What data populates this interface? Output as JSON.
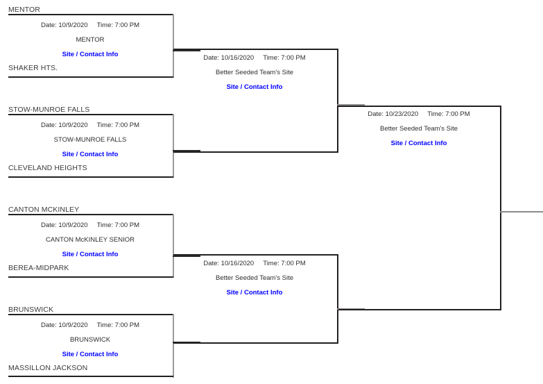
{
  "bracket": {
    "link_color": "#0000FF",
    "line_color": "#231F20",
    "link_label": "Site / Contact Info",
    "rounds": [
      {
        "name": "round-1",
        "games": [
          {
            "top_team": "MENTOR",
            "bottom_team": "SHAKER HTS.",
            "datetime": "Date: 10/9/2020     Time: 7:00 PM",
            "site": "MENTOR",
            "link": "Site / Contact Info"
          },
          {
            "top_team": "STOW-MUNROE FALLS",
            "bottom_team": "CLEVELAND HEIGHTS",
            "datetime": "Date: 10/9/2020     Time: 7:00 PM",
            "site": "STOW-MUNROE FALLS",
            "link": "Site / Contact Info"
          },
          {
            "top_team": "CANTON MCKINLEY",
            "bottom_team": "BEREA-MIDPARK",
            "datetime": "Date: 10/9/2020     Time: 7:00 PM",
            "site": "CANTON McKINLEY SENIOR",
            "link": "Site / Contact Info"
          },
          {
            "top_team": "BRUNSWICK",
            "bottom_team": "MASSILLON JACKSON",
            "datetime": "Date: 10/9/2020     Time: 7:00 PM",
            "site": "BRUNSWICK",
            "link": "Site / Contact Info"
          }
        ]
      },
      {
        "name": "round-2",
        "games": [
          {
            "datetime": "Date: 10/16/2020     Time: 7:00 PM",
            "site": "Better Seeded Team's Site",
            "link": "Site / Contact Info"
          },
          {
            "datetime": "Date: 10/16/2020     Time: 7:00 PM",
            "site": "Better Seeded Team's Site",
            "link": "Site / Contact Info"
          }
        ]
      },
      {
        "name": "round-3",
        "games": [
          {
            "datetime": "Date: 10/23/2020     Time: 7:00 PM",
            "site": "Better Seeded Team's Site",
            "link": "Site / Contact Info"
          }
        ]
      }
    ]
  }
}
